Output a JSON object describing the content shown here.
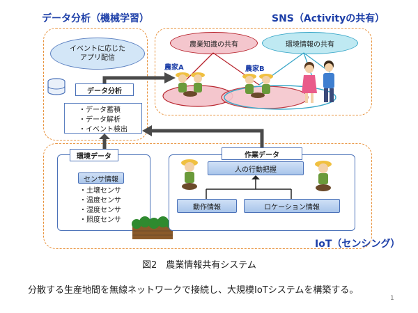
{
  "regions": {
    "analysis_title": "データ分析（機械学習）",
    "sns_title": "SNS（Activityの共有）",
    "iot_title": "IoT（センシング）"
  },
  "analysis": {
    "event_app": "イベントに応じた\nアプリ配信",
    "data_analysis_tag": "データ分析",
    "items": [
      "データ蓄積",
      "データ解析",
      "イベント検出"
    ]
  },
  "sns": {
    "farm_knowledge": "農業知識の共有",
    "env_info": "環境情報の共有",
    "farmer_a": "農家A",
    "farmer_b": "農家B"
  },
  "iot": {
    "env_data_tag": "環境データ",
    "sensor_info": "センサ情報",
    "sensors": [
      "土壌センサ",
      "温度センサ",
      "湿度センサ",
      "照度センサ"
    ],
    "work_data_tag": "作業データ",
    "human_action": "人の行動把握",
    "motion_info": "動作情報",
    "location_info": "ロケーション情報"
  },
  "caption": "図2　農業情報共有システム",
  "footer": "分散する生産地間を無線ネットワークで接続し、大規模IoTシステムを構築する。",
  "page_number": "1",
  "colors": {
    "title_blue": "#1d3fa8",
    "dashed_orange": "#e8923c",
    "pink_ellipse": "#f4c6cd",
    "cyan_ellipse": "#bfe9f2",
    "sns_red": "#b8262f",
    "sns_cyan": "#3aa7c8"
  }
}
